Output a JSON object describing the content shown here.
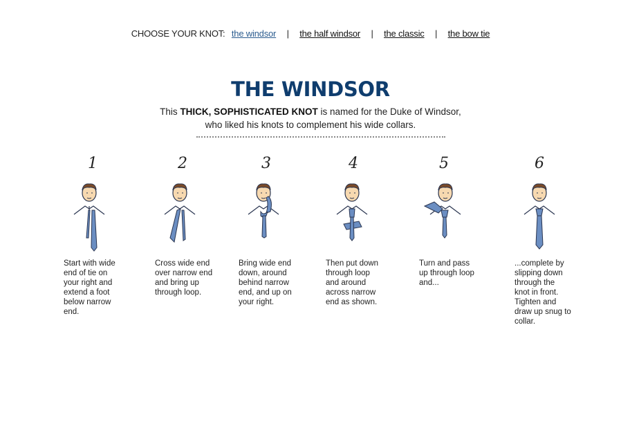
{
  "nav": {
    "label": "CHOOSE YOUR KNOT:",
    "separator": "|",
    "links": [
      {
        "label": "the windsor",
        "active": true
      },
      {
        "label": "the half windsor",
        "active": false
      },
      {
        "label": "the classic",
        "active": false
      },
      {
        "label": "the bow tie",
        "active": false
      }
    ]
  },
  "colors": {
    "title": "#0f3d6e",
    "active_link": "#2b5c8f",
    "tie": "#6b8ec2",
    "tie_outline": "#2a3550",
    "skin": "#f7d9b0",
    "hair": "#7a4a28"
  },
  "title": "THE WINDSOR",
  "intro": {
    "prefix": "This ",
    "bold": "THICK, SOPHISTICATED KNOT",
    "line1_rest": " is named for the Duke of Windsor,",
    "line2": "who liked his knots to complement his wide collars."
  },
  "steps": [
    {
      "number": "1",
      "text": "Start with wide\nend of tie on\nyour right and\nextend a foot\nbelow narrow\nend."
    },
    {
      "number": "2",
      "text": "Cross wide end\nover narrow end\nand bring up\nthrough loop."
    },
    {
      "number": "3",
      "text": "Bring wide end\ndown, around\nbehind narrow\nend, and up on\nyour right."
    },
    {
      "number": "4",
      "text": "Then put down\nthrough loop\nand around\nacross narrow\nend as shown."
    },
    {
      "number": "5",
      "text": "Turn and pass\nup through loop\nand..."
    },
    {
      "number": "6",
      "text": "...complete by\nslipping down\nthrough the\nknot in front.\nTighten and\ndraw up snug to\ncollar."
    }
  ]
}
